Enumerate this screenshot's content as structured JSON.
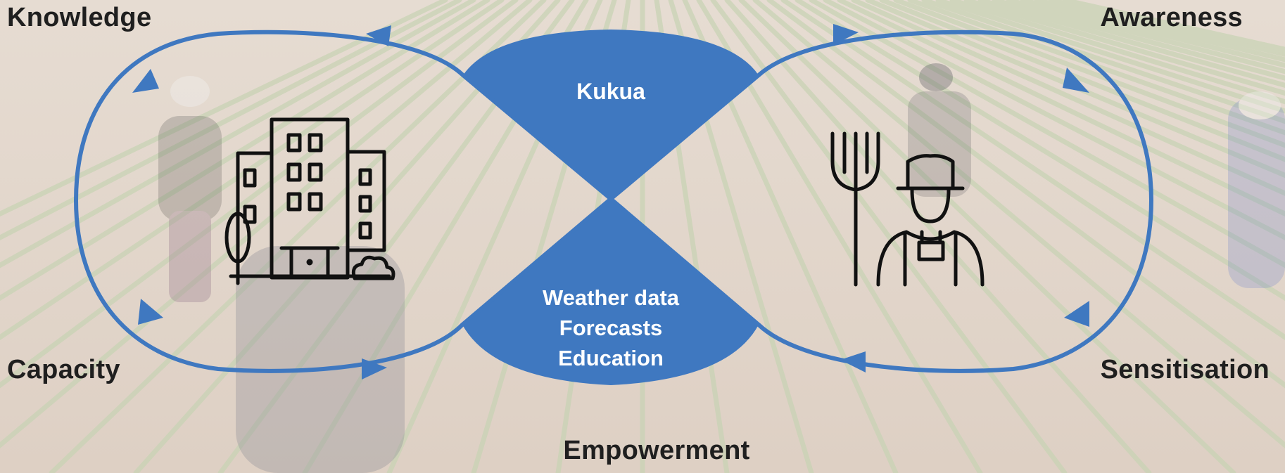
{
  "labels": {
    "knowledge": "Knowledge",
    "awareness": "Awareness",
    "capacity": "Capacity",
    "sensitisation": "Sensitisation",
    "empowerment": "Empowerment"
  },
  "center": {
    "top_label": "Kukua",
    "bottom_lines": [
      "Weather data",
      "Forecasts",
      "Education"
    ]
  },
  "icons": {
    "left": "city-buildings-icon",
    "right": "farmer-with-pitchfork-icon"
  },
  "colors": {
    "loop": "#3f78c0",
    "lobe_fill": "#3f78c0",
    "label_text": "#1f1f1f",
    "lobe_text": "#ffffff",
    "icon_stroke": "#111111"
  }
}
